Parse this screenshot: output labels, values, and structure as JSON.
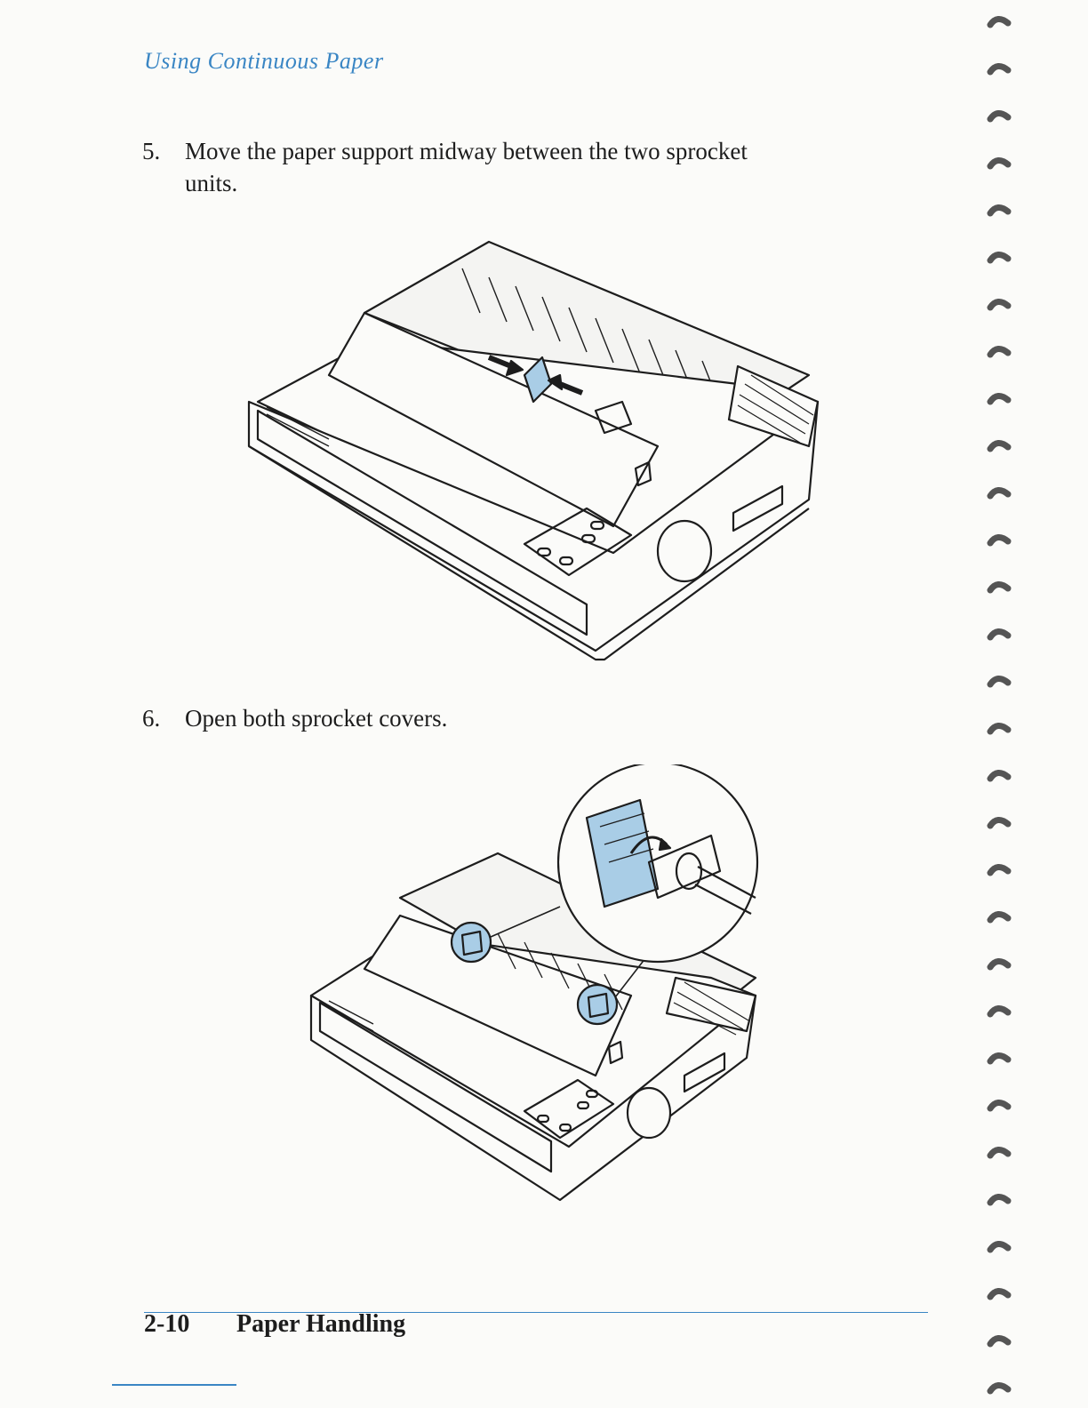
{
  "header": {
    "running_head": "Using Continuous Paper"
  },
  "steps": [
    {
      "number": "5.",
      "text_line1": "Move the paper support midway between the two sprocket",
      "text_line2": "units."
    },
    {
      "number": "6.",
      "text_line1": "Open both sprocket covers."
    }
  ],
  "footer": {
    "page_number": "2-10",
    "section_title": "Paper Handling"
  },
  "colors": {
    "accent": "#3a86c4",
    "highlight": "#a9cde6",
    "ink": "#1d1d1d"
  },
  "figures": [
    {
      "name": "printer-paper-support-figure"
    },
    {
      "name": "printer-sprocket-covers-figure"
    }
  ]
}
